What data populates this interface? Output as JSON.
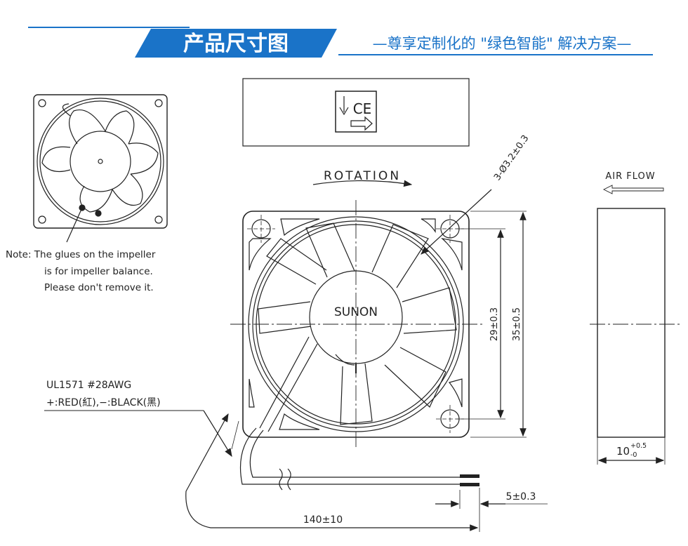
{
  "header": {
    "title": "产品尺寸图",
    "subtitle": "—尊享定制化的 \"绿色智能\" 解决方案—",
    "accent_color": "#1a73c8",
    "title_bg_color": "#1a73c8"
  },
  "note": {
    "line1": "Note:  The  glues  on  the  impeller",
    "line2": "is  for  impeller  balance.",
    "line3": "Please  don't  remove  it."
  },
  "labels": {
    "rotation": "ROTATION",
    "air_flow": "AIR  FLOW",
    "brand": "SUNON",
    "hole_spec": "3-Ø3.2±0.3",
    "dim_29": "29±0.3",
    "dim_35": "35±0.5",
    "dim_10": "10",
    "dim_10_tol_plus": "+0.5",
    "dim_10_tol_minus": "-0",
    "dim_5": "5±0.3",
    "dim_140": "140±10",
    "wire_spec": "UL1571  #28AWG",
    "wire_colors": "+:RED(紅),−:BLACK(黑)"
  },
  "icons": {
    "cert_label": "ce-cert-label-icon",
    "arrow": "air-flow-arrow-icon"
  }
}
